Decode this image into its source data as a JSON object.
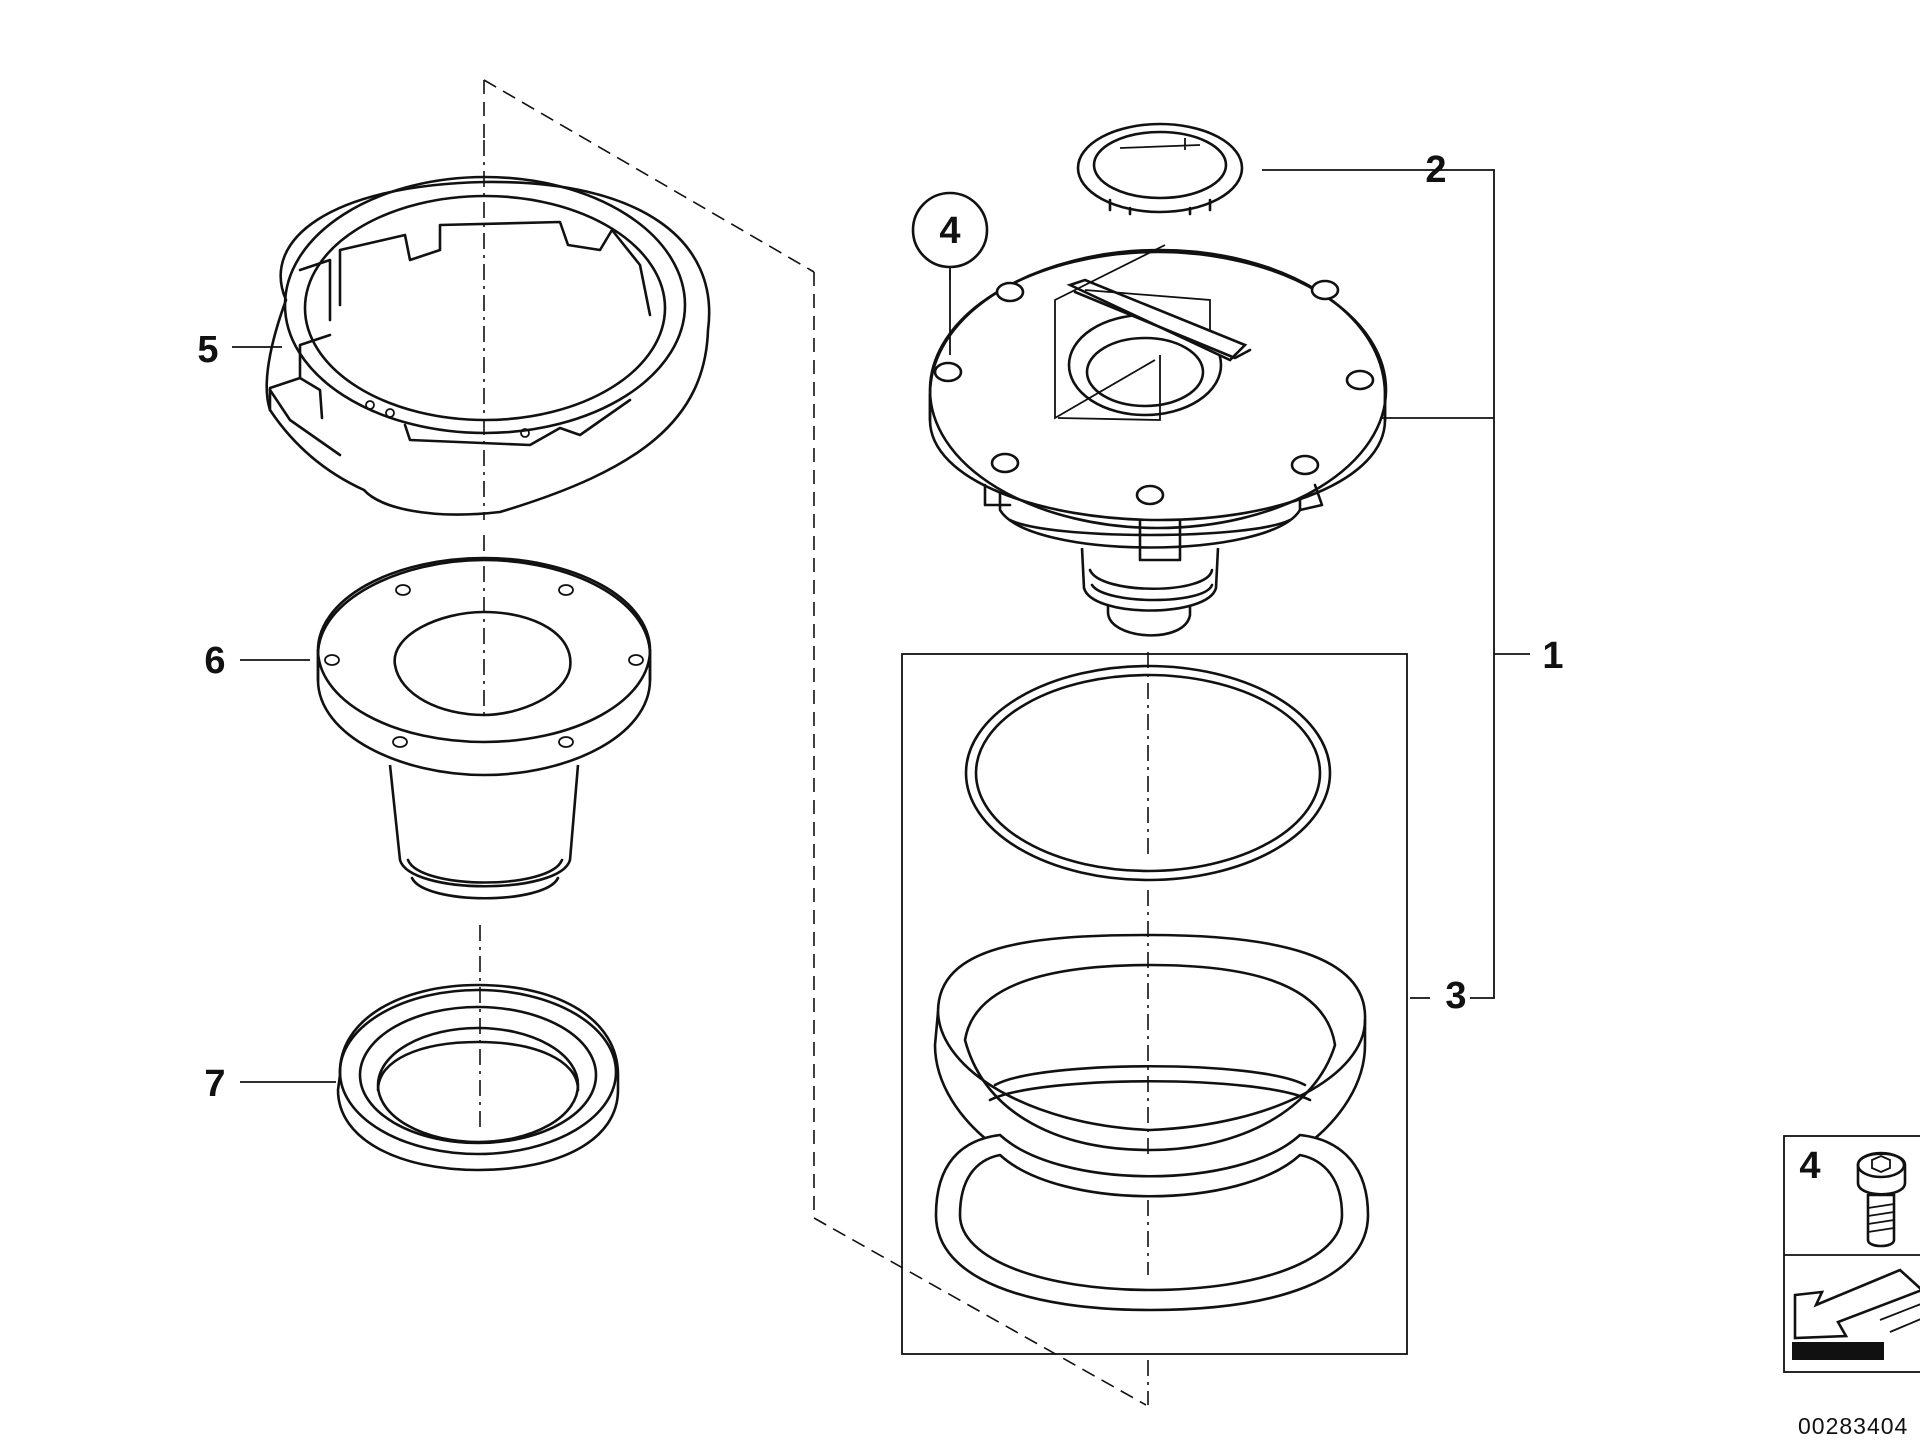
{
  "labels": {
    "l1": "1",
    "l2": "2",
    "l3": "3",
    "l4": "4",
    "l5": "5",
    "l6": "6",
    "l7": "7",
    "legend_num": "4"
  },
  "diagram_code": "00283404"
}
